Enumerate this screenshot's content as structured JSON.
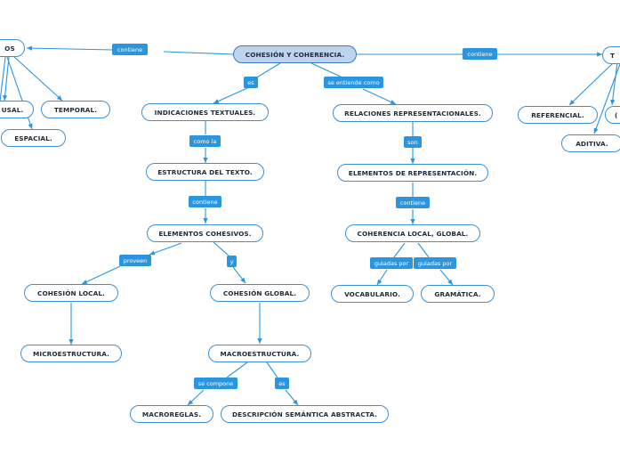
{
  "nodes": {
    "root": "COHESIÓN Y COHERENCIA.",
    "left_top": "OS",
    "causal": "USAL.",
    "temporal": "TEMPORAL.",
    "espacial": "ESPACIAL.",
    "right_top": "T",
    "referencial": "REFERENCIAL.",
    "right_cut": "(",
    "aditiva": "ADITIVA.",
    "indicaciones": "INDICACIONES TEXTUALES.",
    "estructura": "ESTRUCTURA DEL TEXTO.",
    "elementos_cohesivos": "ELEMENTOS COHESIVOS.",
    "cohesion_local": "COHESIÓN LOCAL.",
    "microestructura": "MICROESTRUCTURA.",
    "cohesion_global": "COHESIÓN GLOBAL.",
    "macroestructura": "MACROESTRUCTURA.",
    "macroreglas": "MACROREGLAS.",
    "descripcion": "DESCRIPCIÓN SEMÁNTICA ABSTRACTA.",
    "relaciones": "RELACIONES REPRESENTACIONALES.",
    "elementos_rep": "ELEMENTOS DE REPRESENTACIÓN.",
    "coherencia": "COHERENCIA LOCAL, GLOBAL.",
    "vocabulario": "VOCABULARIO.",
    "gramatica": "GRAMÁTICA."
  },
  "labels": {
    "contiene_left": "contiene",
    "contiene_right": "contiene",
    "es_1": "es",
    "se_entiende": "se entiende como",
    "como_la": "como la",
    "contiene_est": "contiene",
    "proveen": "proveen",
    "y": "y",
    "se_compone": "se compone",
    "es_2": "es",
    "son": "son",
    "contiene_rep": "contiene",
    "guiadas_1": "guiadas por",
    "guiadas_2": "guiadas por"
  },
  "colors": {
    "link": "#2b95de",
    "node_border": "#3d8fd6",
    "root_fill": "#bed3ee",
    "label_fill": "#2b95de"
  }
}
